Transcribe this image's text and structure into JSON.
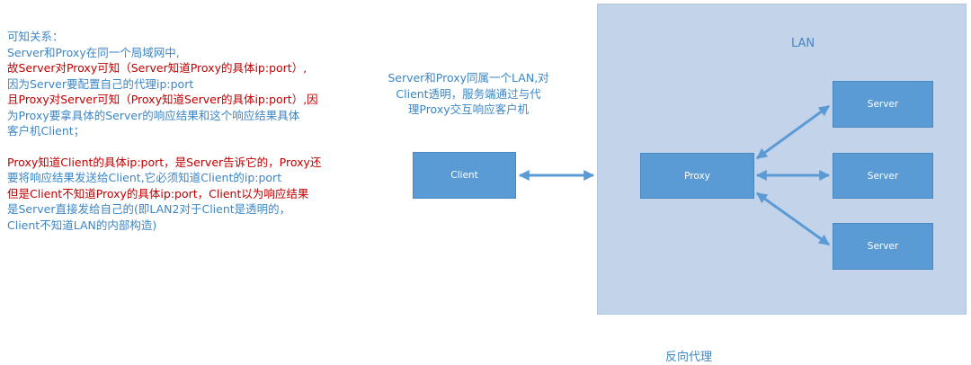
{
  "notes": {
    "lines": [
      {
        "text": "可知关系：",
        "color": "blue"
      },
      {
        "text": "Server和Proxy在同一个局域网中,",
        "color": "blue"
      },
      {
        "text": "故Server对Proxy可知（Server知道Proxy的具体ip:port）,",
        "color": "red"
      },
      {
        "text": "因为Server要配置自己的代理ip:port",
        "color": "blue"
      },
      {
        "text": "且Proxy对Server可知（Proxy知道Server的具体ip:port）,因",
        "color": "red"
      },
      {
        "text": "为Proxy要拿具体的Server的响应结果和这个响应结果具体",
        "color": "blue"
      },
      {
        "text": "客户机Client；",
        "color": "blue"
      },
      {
        "text": "",
        "color": "gap"
      },
      {
        "text": "Proxy知道Client的具体ip:port，是Server告诉它的，Proxy还",
        "color": "red"
      },
      {
        "text": "要将响应结果发送给Client,它必须知道Client的ip:port",
        "color": "blue"
      },
      {
        "text": "但是Client不知道Proxy的具体ip:port，Client以为响应结果",
        "color": "red"
      },
      {
        "text": "是Server直接发给自己的(即LAN2对于Client是透明的，",
        "color": "blue"
      },
      {
        "text": "Client不知道LAN的内部构造)",
        "color": "blue"
      }
    ]
  },
  "middle_text": [
    "Server和Proxy同属一个LAN,对",
    "Client透明，服务端通过与代",
    "理Proxy交互响应客户机"
  ],
  "diagram": {
    "lan_label": "LAN",
    "client_label": "Client",
    "proxy_label": "Proxy",
    "server1_label": "Server",
    "server2_label": "Server",
    "server3_label": "Server",
    "caption": "反向代理"
  },
  "colors": {
    "box_fill": "#5b9bd5",
    "lan_fill": "#c3d3ea",
    "text_blue": "#3d86c6",
    "text_red": "#c00000"
  }
}
